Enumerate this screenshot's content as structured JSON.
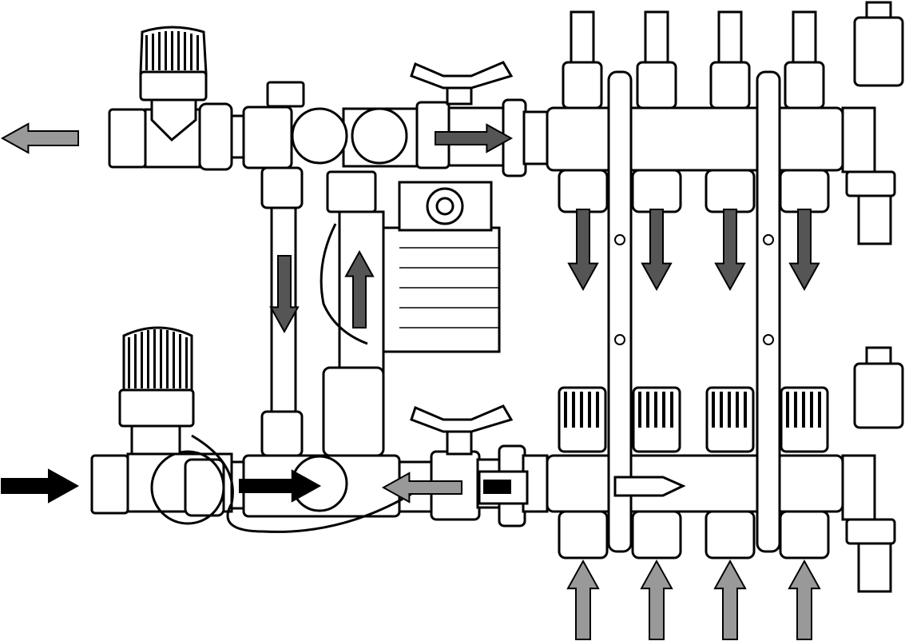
{
  "diagram": {
    "kind": "underfloor heating manifold with mixing pump group",
    "colors": {
      "outline": "#000000",
      "background": "#ffffff",
      "arrow_dark": "#555555",
      "arrow_light": "#999999",
      "arrow_black": "#000000"
    },
    "arrows": {
      "supply_out": {
        "color": "arrow_light",
        "direction": "left"
      },
      "boiler_in": {
        "color": "arrow_black",
        "direction": "right"
      },
      "mixing_flow": {
        "color": "arrow_black",
        "direction": "right"
      },
      "return_bypass": {
        "color": "arrow_light",
        "direction": "left"
      },
      "top_manifold_flow": {
        "color": "arrow_dark",
        "direction": "right"
      },
      "bypass_down": {
        "color": "arrow_dark",
        "direction": "down"
      },
      "pump_up": {
        "color": "arrow_dark",
        "direction": "up"
      },
      "loop_outlets": {
        "color": "arrow_dark",
        "direction": "down",
        "count": 4
      },
      "loop_returns": {
        "color": "arrow_light",
        "direction": "up",
        "count": 4
      }
    },
    "manifold_loops": 4,
    "labels": []
  }
}
